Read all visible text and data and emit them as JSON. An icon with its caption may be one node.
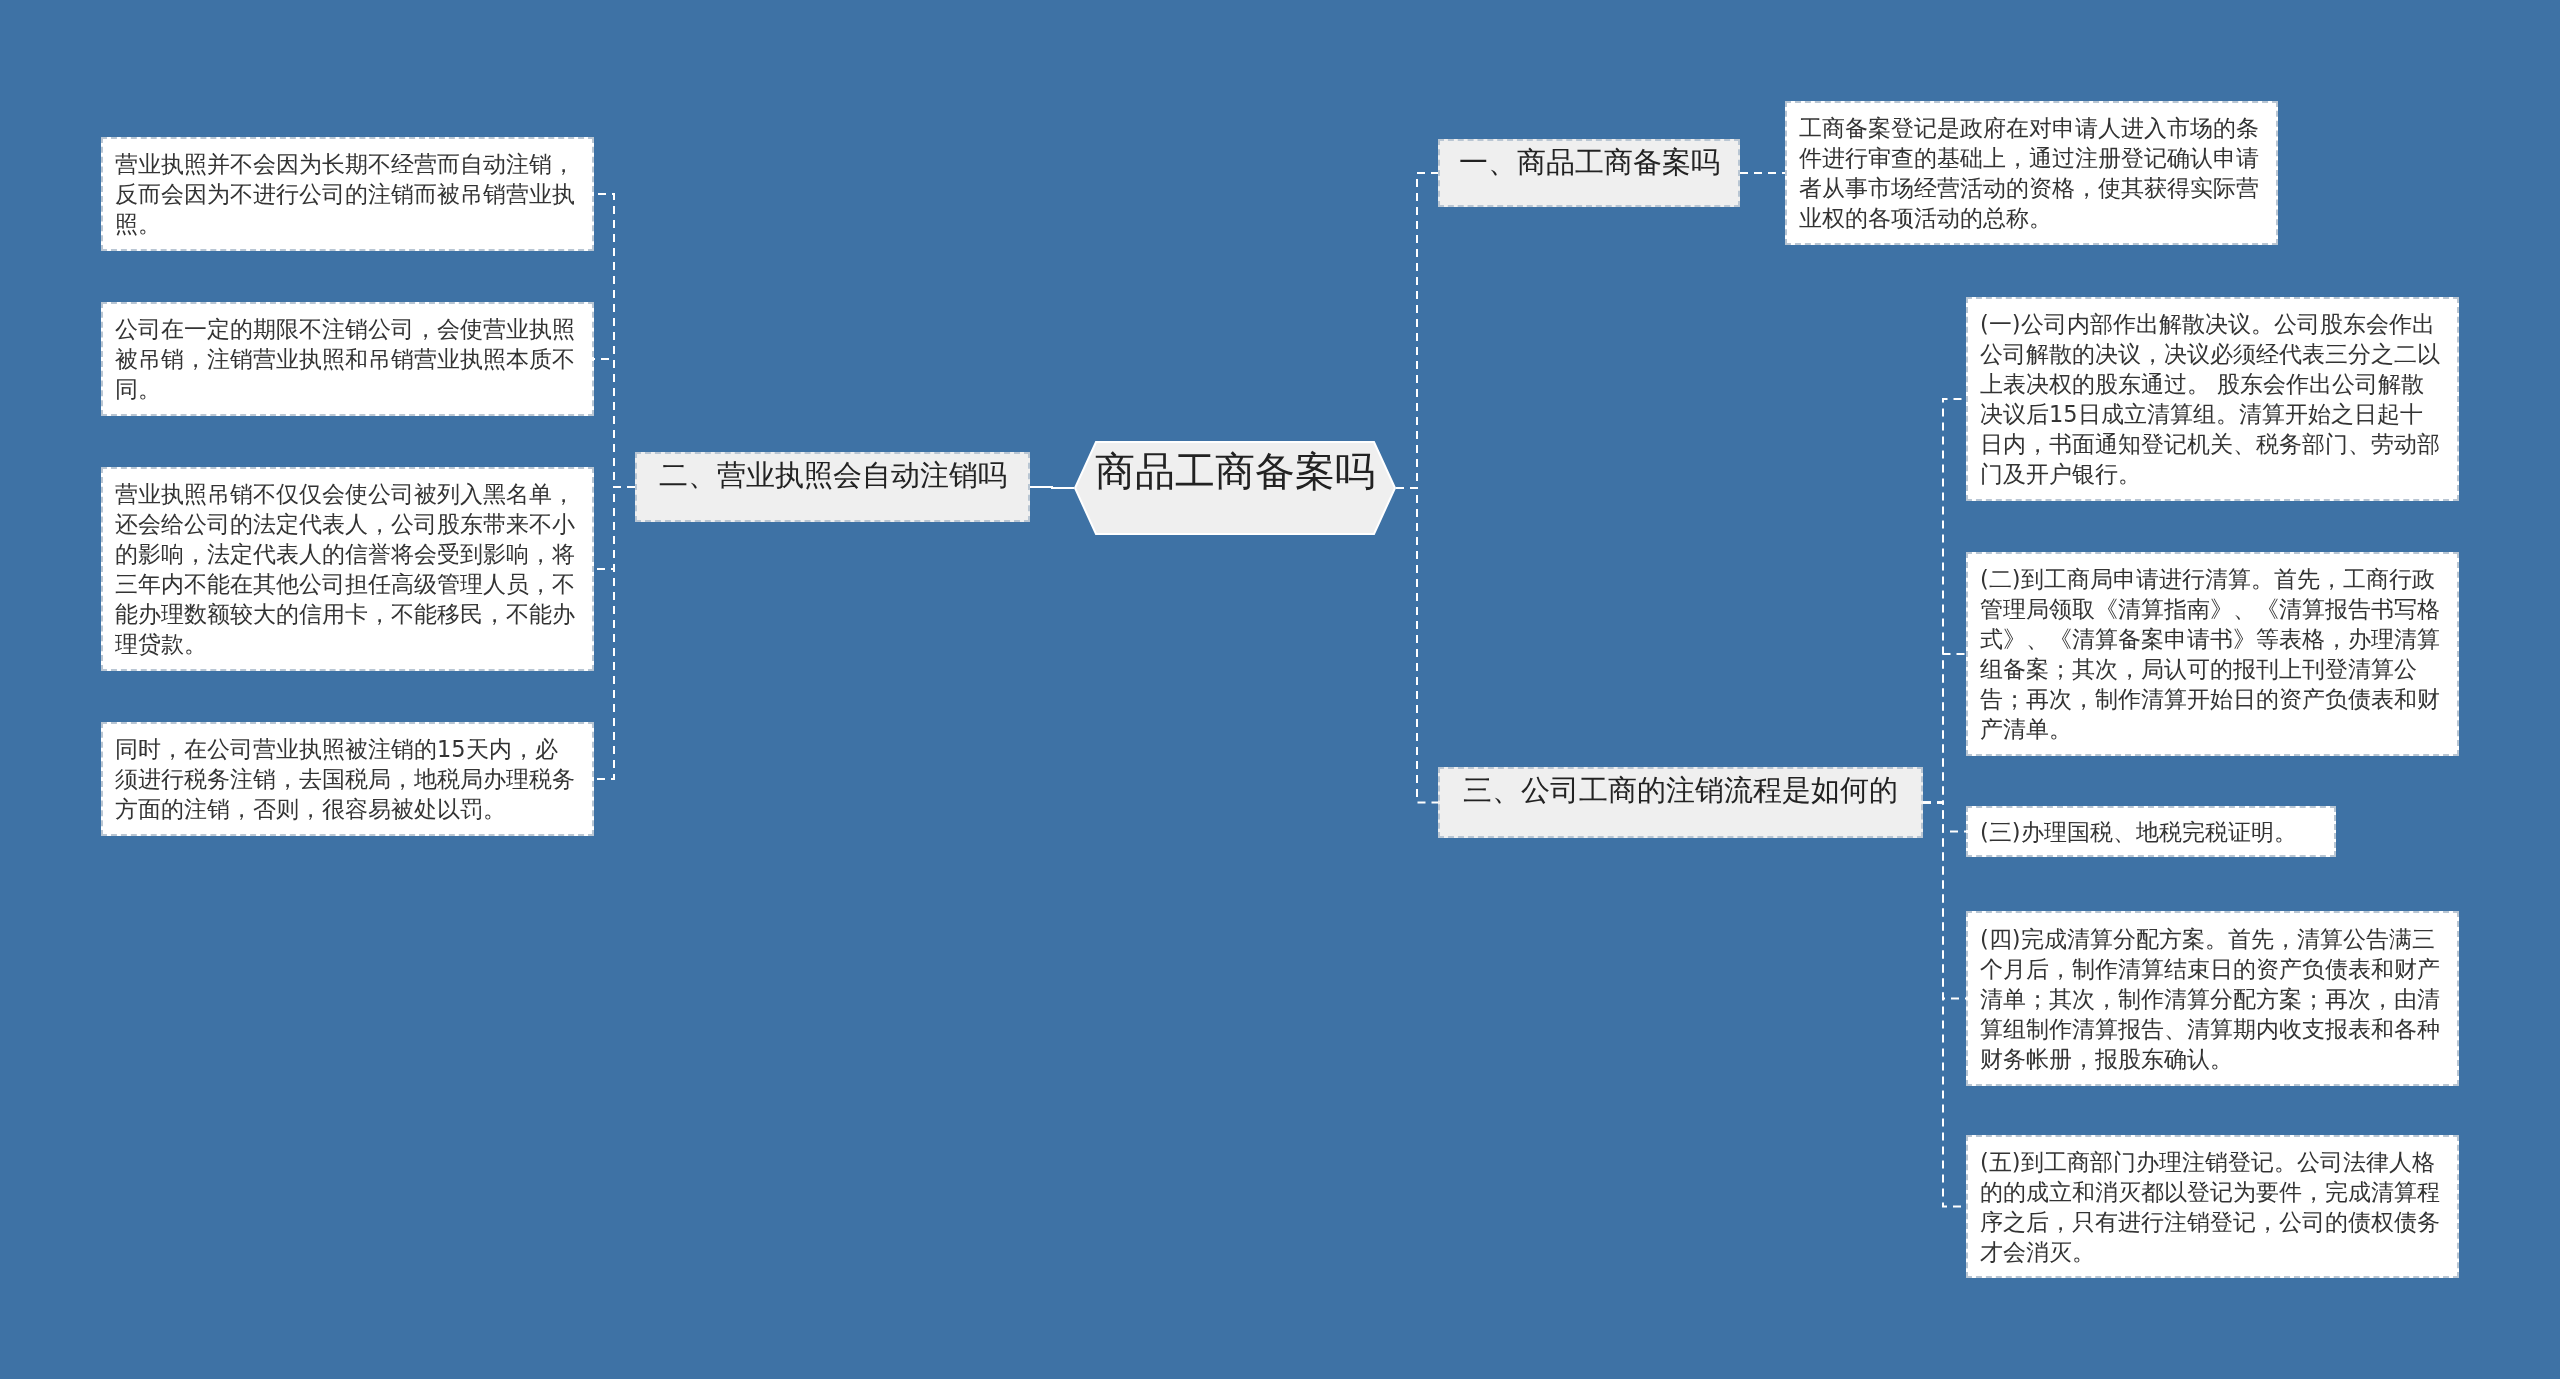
{
  "diagram": {
    "nodes": [
      {
        "text": [
          "商品工商备案吗"
        ]
      },
      {
        "text": [
          "一、商品工商备案吗"
        ]
      },
      {
        "text": [
          "工商备案登记是政府在对申请人进入市场的条件进行审查的基础上，通过注册登记确认申请者从事市场经营活动的资格，使其获得实际营业权的各项活动的总称。"
        ]
      },
      {
        "text": [
          "二、营业执照会自动注销吗"
        ]
      },
      {
        "text": [
          "营业执照并不会因为长期不经营而自动注销，反而会因为不进行公司的注销而被吊销营业执照。"
        ]
      },
      {
        "text": [
          "公司在一定的期限不注销公司，会使营业执照被吊销，注销营业执照和吊销营业执照本质不同。"
        ]
      },
      {
        "text": [
          "营业执照吊销不仅仅会使公司被列入黑名单，还会给公司的法定代表人，公司股东带来不小的影响，法定代表人的信誉将会受到影响，将三年内不能在其他公司担任高级管理人员，不能办理数额较大的信用卡，不能移民，不能办理贷款。"
        ]
      },
      {
        "text": [
          "同时，在公司营业执照被注销的15天内，必须进行税务注销，去国税局，地税局办理税务方面的注销，否则，很容易被处以罚。"
        ]
      },
      {
        "text": [
          "三、公司工商的注销流程是如何的"
        ]
      },
      {
        "text": [
          "(一)公司内部作出解散决议。公司股东会作出公司解散的决议，决议必须经代表三分之二以上表决权的股东通过。 股东会作出公司解散决议后15日成立清算组。清算开始之日起十日内，书面通知登记机关、税务部门、劳动部门及开户银行。"
        ]
      },
      {
        "text": [
          "(二)到工商局申请进行清算。首先，工商行政管理局领取《清算指南》、《清算报告书写格式》、《清算备案申请书》等表格，办理清算组备案；其次，局认可的报刊上刊登清算公告；再次，制作清算开始日的资产负债表和财产清单。"
        ]
      },
      {
        "text": [
          "(三)办理国税、地税完税证明。"
        ]
      },
      {
        "text": [
          "(四)完成清算分配方案。首先，清算公告满三个月后，制作清算结束日的资产负债表和财产清单；其次，制作清算分配方案；再次，由清算组制作清算报告、清算期内收支报表和各种财务帐册，报股东确认。"
        ]
      },
      {
        "text": [
          "(五)到工商部门办理注销登记。公司法律人格的的成立和消灭都以登记为要件，完成清算程序之后，只有进行注销登记，公司的债权债务才会消灭。"
        ]
      }
    ],
    "edges": [
      {
        "from": 0,
        "to": 1,
        "arrow": "none",
        "style": "dashed"
      },
      {
        "from": 1,
        "to": 2,
        "arrow": "none",
        "style": "dashed"
      },
      {
        "from": 0,
        "to": 3,
        "arrow": "none"
      },
      {
        "from": 3,
        "to": 4,
        "arrow": "none",
        "style": "dashed"
      },
      {
        "from": 3,
        "to": 5,
        "arrow": "none",
        "style": "dashed"
      },
      {
        "from": 3,
        "to": 6,
        "arrow": "none",
        "style": "dashed"
      },
      {
        "from": 3,
        "to": 7,
        "arrow": "none",
        "style": "dashed"
      },
      {
        "from": 0,
        "to": 8,
        "arrow": "none",
        "style": "dashed"
      },
      {
        "from": 8,
        "to": 9,
        "arrow": "none",
        "style": "dashed"
      },
      {
        "from": 8,
        "to": 10,
        "arrow": "none",
        "style": "dashed"
      },
      {
        "from": 8,
        "to": 11,
        "arrow": "none",
        "style": "dashed"
      },
      {
        "from": 8,
        "to": 12,
        "arrow": "none",
        "style": "dashed"
      },
      {
        "from": 8,
        "to": 13,
        "arrow": "none",
        "style": "dashed"
      }
    ]
  }
}
